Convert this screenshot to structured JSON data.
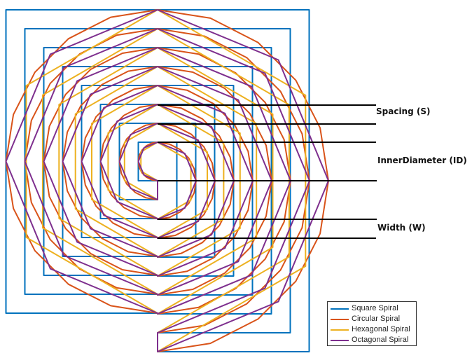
{
  "annotations": {
    "spacing": "Spacing (S)",
    "inner_diameter": "InnerDiameter (ID)",
    "width": "Width (W)"
  },
  "series": [
    {
      "name": "Square Spiral",
      "shape": "square",
      "color": "#0072BD"
    },
    {
      "name": "Circular Spiral",
      "shape": "circle",
      "color": "#D95319"
    },
    {
      "name": "Hexagonal Spiral",
      "shape": "hexagon",
      "color": "#EDB120"
    },
    {
      "name": "Octagonal Spiral",
      "shape": "octagon",
      "color": "#7E2F8E"
    }
  ],
  "legend": {
    "items": [
      "Square Spiral",
      "Circular Spiral",
      "Hexagonal Spiral",
      "Octagonal Spiral"
    ]
  }
}
